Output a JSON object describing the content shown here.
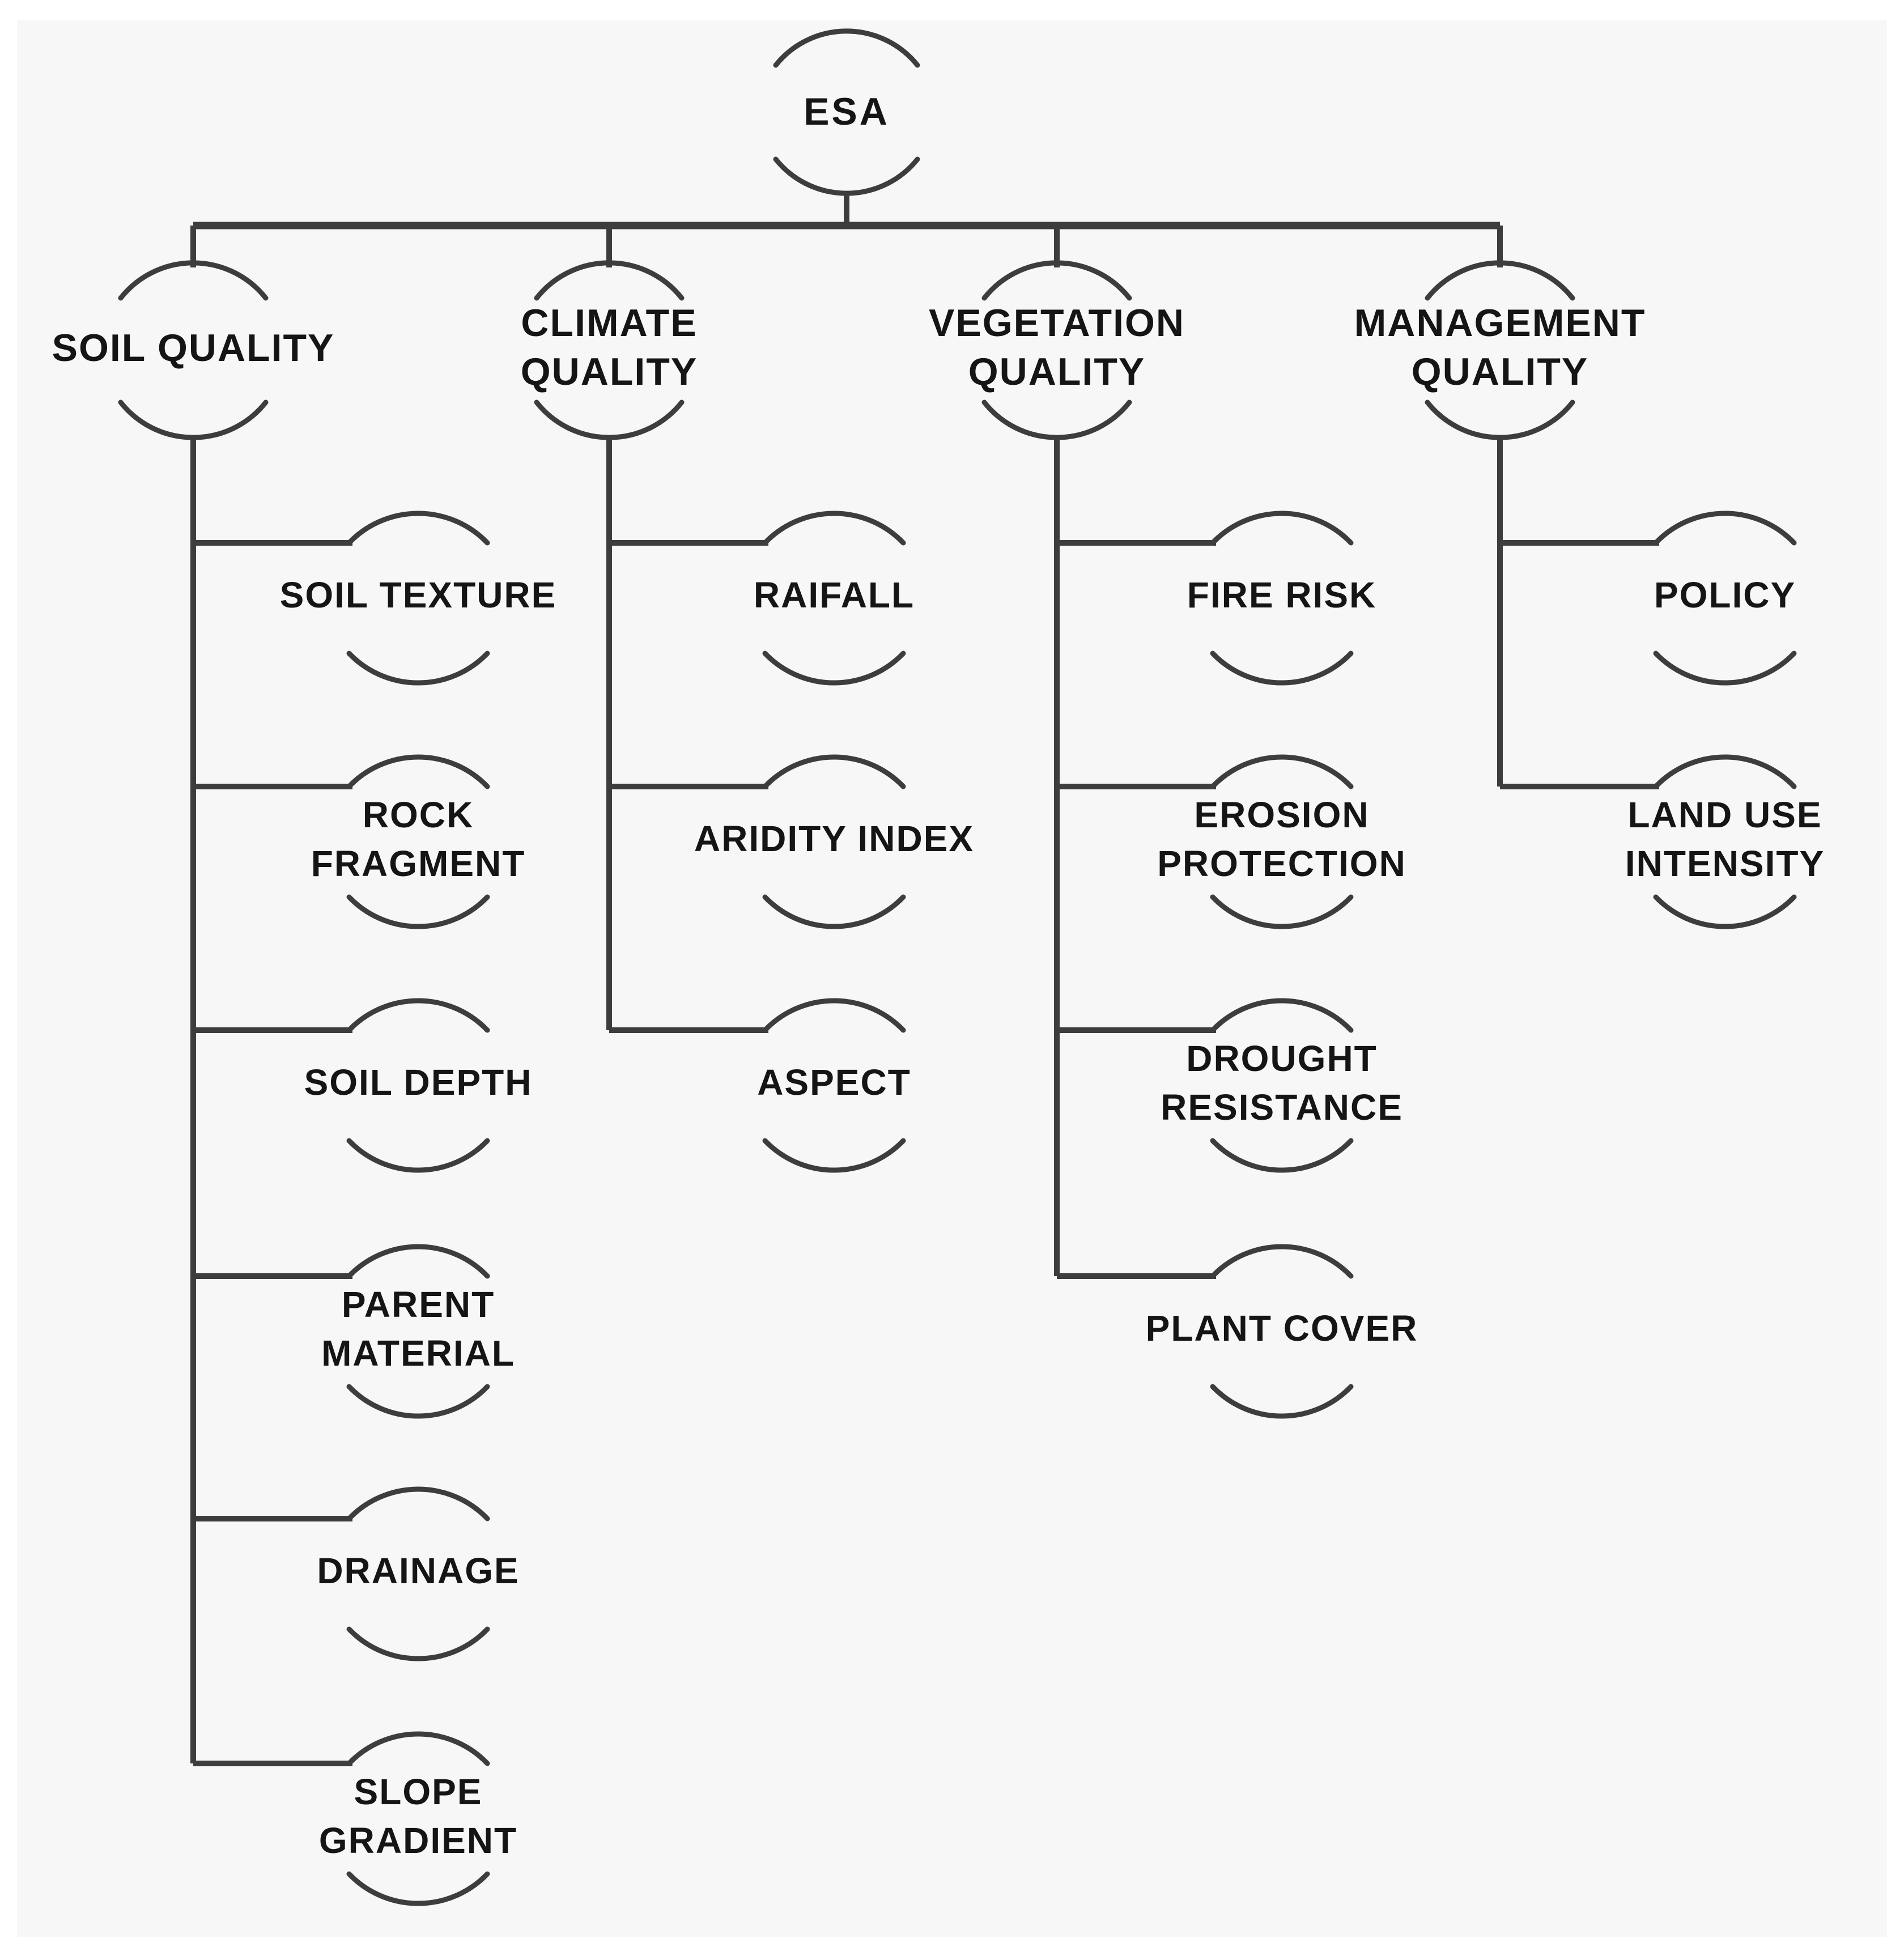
{
  "colors": {
    "background": "#ffffff",
    "panel": "#f7f7f7",
    "line": "#3d3d3d",
    "text": "#151515"
  },
  "root": {
    "label": "ESA"
  },
  "branches": [
    {
      "id": "soil-quality",
      "label_lines": [
        "SOIL QUALITY"
      ],
      "children": [
        {
          "id": "soil-texture",
          "label_lines": [
            "SOIL TEXTURE"
          ]
        },
        {
          "id": "rock-fragment",
          "label_lines": [
            "ROCK",
            "FRAGMENT"
          ]
        },
        {
          "id": "soil-depth",
          "label_lines": [
            "SOIL DEPTH"
          ]
        },
        {
          "id": "parent-material",
          "label_lines": [
            "PARENT",
            "MATERIAL"
          ]
        },
        {
          "id": "drainage",
          "label_lines": [
            "DRAINAGE"
          ]
        },
        {
          "id": "slope-gradient",
          "label_lines": [
            "SLOPE",
            "GRADIENT"
          ]
        }
      ]
    },
    {
      "id": "climate-quality",
      "label_lines": [
        "CLIMATE",
        "QUALITY"
      ],
      "children": [
        {
          "id": "raifall",
          "label_lines": [
            "RAIFALL"
          ]
        },
        {
          "id": "aridity-index",
          "label_lines": [
            "ARIDITY INDEX"
          ]
        },
        {
          "id": "aspect",
          "label_lines": [
            "ASPECT"
          ]
        }
      ]
    },
    {
      "id": "vegetation-quality",
      "label_lines": [
        "VEGETATION",
        "QUALITY"
      ],
      "children": [
        {
          "id": "fire-risk",
          "label_lines": [
            "FIRE RISK"
          ]
        },
        {
          "id": "erosion-protection",
          "label_lines": [
            "EROSION",
            "PROTECTION"
          ]
        },
        {
          "id": "drought-resistance",
          "label_lines": [
            "DROUGHT",
            "RESISTANCE"
          ]
        },
        {
          "id": "plant-cover",
          "label_lines": [
            "PLANT COVER"
          ]
        }
      ]
    },
    {
      "id": "management-quality",
      "label_lines": [
        "MANAGEMENT",
        "QUALITY"
      ],
      "children": [
        {
          "id": "policy",
          "label_lines": [
            "POLICY"
          ]
        },
        {
          "id": "land-use-intensity",
          "label_lines": [
            "LAND USE",
            "INTENSITY"
          ]
        }
      ]
    }
  ]
}
